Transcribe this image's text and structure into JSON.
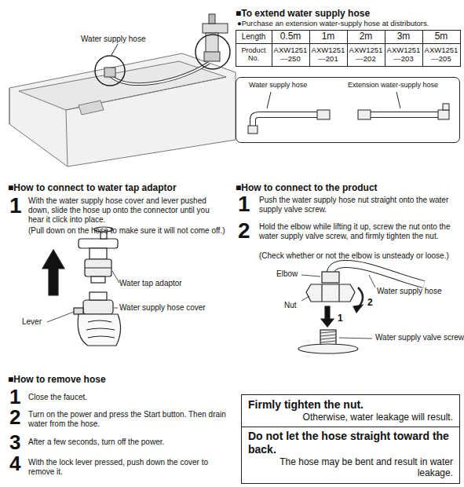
{
  "diagram": {
    "nodes": [
      {
        "text": [
          "Water supply hose",
          "Extension water-supply hose"
        ]
      },
      {
        "text": [
          "Firmly tighten the nut.",
          "Otherwise, water leakage will result.",
          "Do not let the hose straight toward the back.",
          "The hose may be bent and result in water leakage."
        ]
      }
    ],
    "labels": [
      "Water supply hose",
      "■To extend water supply hose",
      "●Purchase an extension water-supply hose at distributors.",
      "Length",
      "0.5m",
      "1m",
      "2m",
      "3m",
      "5m",
      "Product No.",
      "AXW1251 —250",
      "AXW1251 —201",
      "AXW1251 —202",
      "AXW1251 —203",
      "AXW1251 —205",
      "■How to connect to water tap adaptor",
      "1",
      "With the water supply hose cover and lever pushed down, slide the hose up onto the connector until you hear it click into place.",
      "(Pull down on the hose to make sure it will not come off.)",
      "Water tap adaptor",
      "Water supply hose cover",
      "Lever",
      "■How to connect to the product",
      "1",
      "Push the water supply hose nut straight onto the water supply valve screw.",
      "2",
      "Hold the elbow while lifting it up, screw the nut onto the water supply valve screw, and firmly tighten the nut.",
      "(Check whether or not the elbow is unsteady or loose.)",
      "Elbow",
      "Water supply hose",
      "Nut",
      "2",
      "1",
      "Water supply valve screw",
      "■How to remove hose",
      "1",
      "Close the faucet.",
      "2",
      "Turn on the power and press the Start button. Then drain water from the hose.",
      "3",
      "After a few seconds, turn off the power.",
      "4",
      "With the lock lever pressed, push down the cover to remove it."
    ]
  }
}
